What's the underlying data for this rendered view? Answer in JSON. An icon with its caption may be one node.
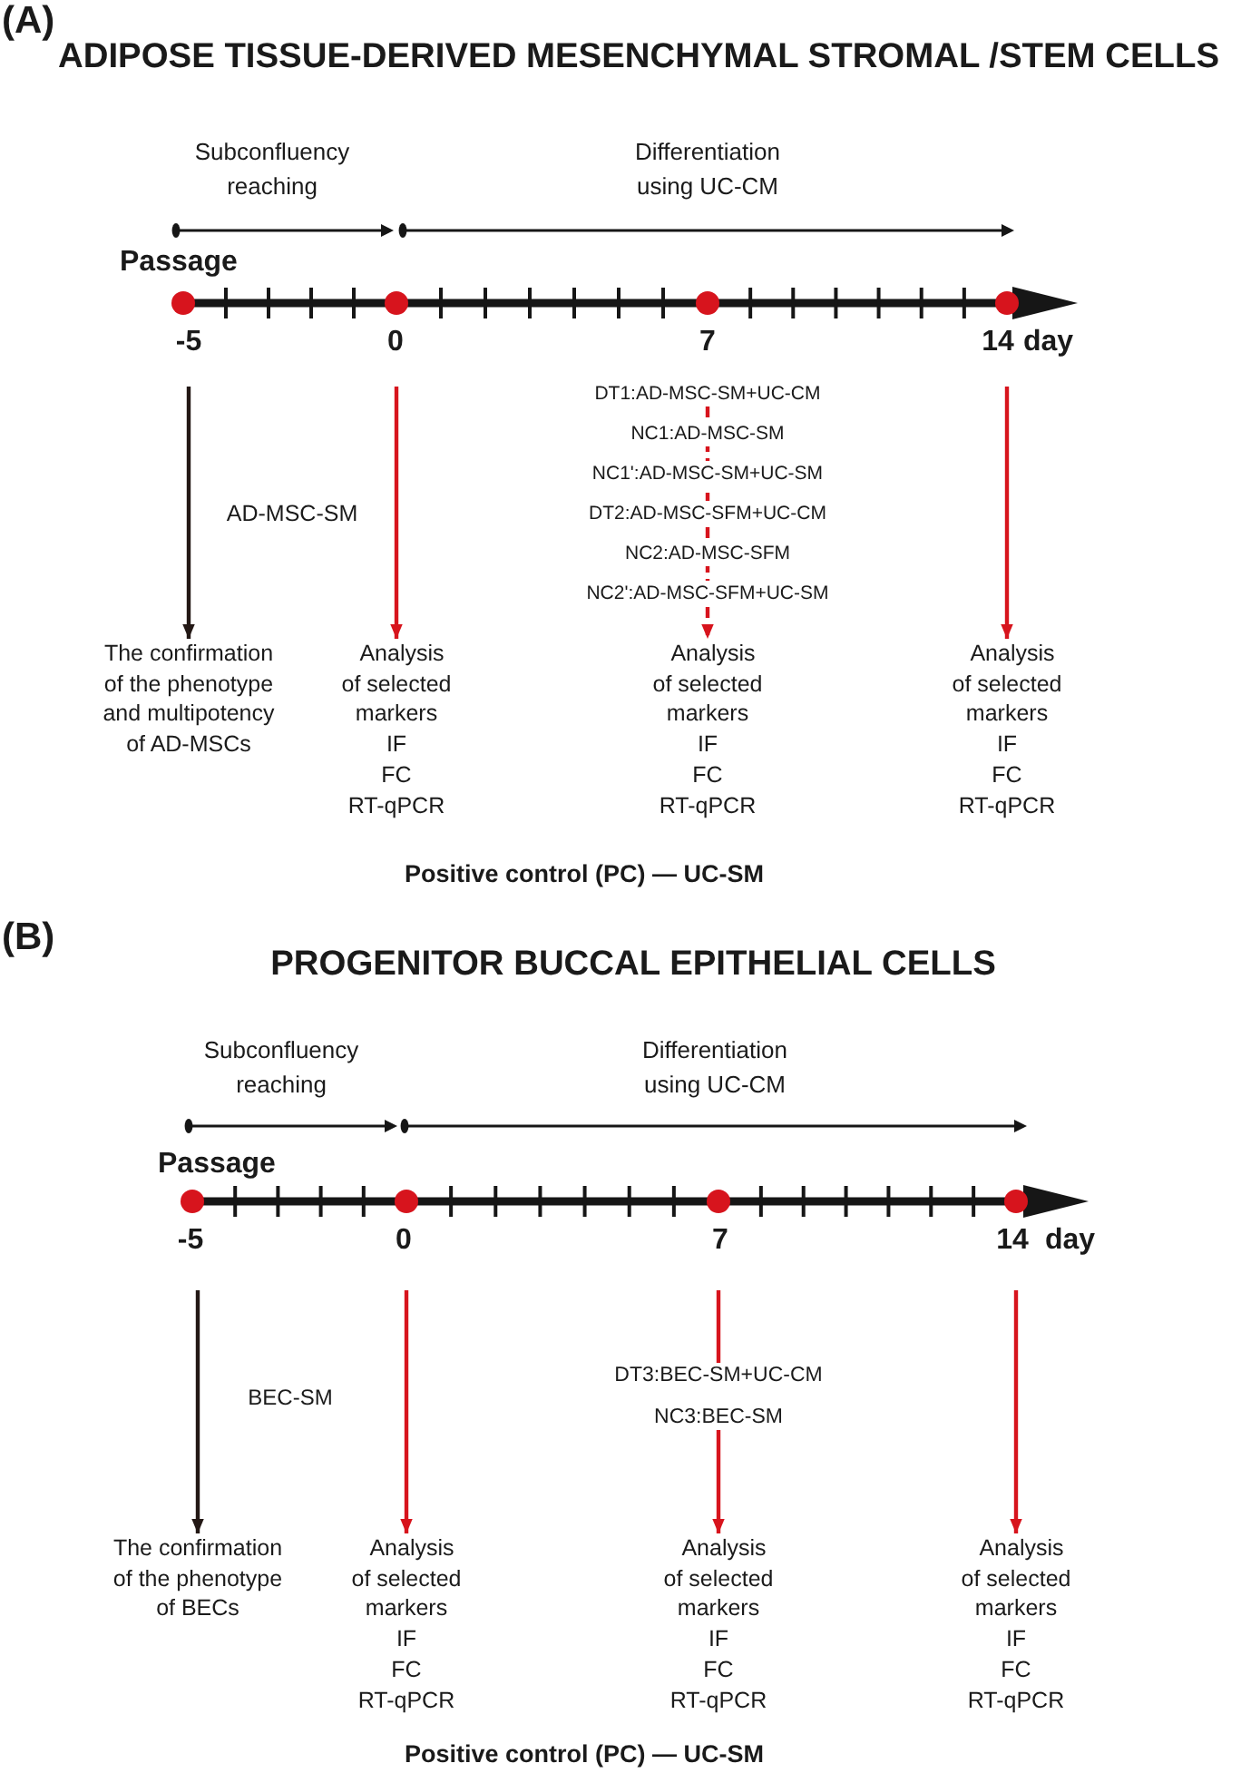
{
  "diagram": {
    "nodes": [
      {
        "text": [
          "DT1:AD-MSC-SM+UC-CM",
          "NC1:AD-MSC-SM",
          "NC1':AD-MSC-SM+UC-SM",
          "DT2:AD-MSC-SFM+UC-CM",
          "NC2:AD-MSC-SFM",
          "NC2':AD-MSC-SFM+UC-SM"
        ]
      },
      {
        "text": [
          "The confirmation of the phenotype and multipotency of AD-MSCs"
        ]
      },
      {
        "text": [
          "Analysis of selected markers",
          "IF",
          "FC",
          "RT-qPCR"
        ]
      },
      {
        "text": [
          "Analysis of selected markers",
          "IF",
          "FC",
          "RT-qPCR"
        ]
      },
      {
        "text": [
          "Analysis of selected markers",
          "IF",
          "FC",
          "RT-qPCR"
        ]
      },
      {
        "text": [
          "DT3:BEC-SM+UC-CM",
          "NC3:BEC-SM"
        ]
      },
      {
        "text": [
          "The confirmation of the phenotype of BECs"
        ]
      },
      {
        "text": [
          "Analysis of selected markers",
          "IF",
          "FC",
          "RT-qPCR"
        ]
      },
      {
        "text": [
          "Analysis of selected markers",
          "IF",
          "FC",
          "RT-qPCR"
        ]
      },
      {
        "text": [
          "Analysis of selected markers",
          "IF",
          "FC",
          "RT-qPCR"
        ]
      }
    ],
    "edges": [
      {
        "from": null,
        "to": 1,
        "arrow": "to",
        "color": "#231815"
      },
      {
        "from": null,
        "to": 2,
        "arrow": "to"
      },
      {
        "from": 0,
        "to": 3,
        "arrow": "to",
        "style": "dashed"
      },
      {
        "from": null,
        "to": 4,
        "arrow": "to"
      },
      {
        "from": null,
        "to": 6,
        "arrow": "to",
        "color": "#231815"
      },
      {
        "from": null,
        "to": 7,
        "arrow": "to"
      },
      {
        "from": null,
        "to": 5,
        "arrow": "none"
      },
      {
        "from": 5,
        "to": 8,
        "arrow": "to"
      },
      {
        "from": null,
        "to": 9,
        "arrow": "to"
      }
    ],
    "labels": [
      "(A)",
      "ADIPOSE TISSUE-DERIVED MESENCHYMAL STROMAL /STEM CELLS",
      "Subconfluency reaching",
      "Differentiation using UC-CM",
      "Passage",
      "-5",
      "0",
      "7",
      "14",
      "day",
      "AD-MSC-SM",
      "Positive control (PC) — UC-SM",
      "(B)",
      "PROGENITOR BUCCAL EPITHELIAL CELLS",
      "Subconfluency reaching",
      "Differentiation using UC-CM",
      "Passage",
      "-5",
      "0",
      "7",
      "14",
      "day",
      "BEC-SM",
      "Positive control (PC) — UC-SM"
    ]
  }
}
